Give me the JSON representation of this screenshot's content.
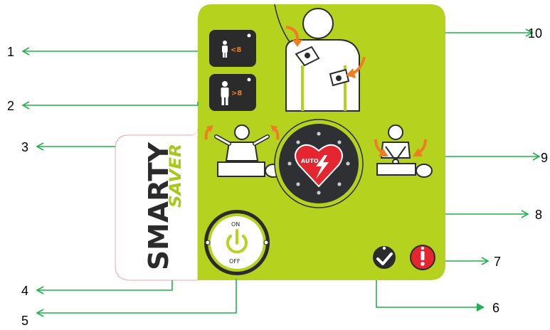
{
  "callouts": [
    {
      "num": "1"
    },
    {
      "num": "2"
    },
    {
      "num": "3"
    },
    {
      "num": "4"
    },
    {
      "num": "5"
    },
    {
      "num": "6"
    },
    {
      "num": "7"
    },
    {
      "num": "8"
    },
    {
      "num": "9"
    },
    {
      "num": "10"
    }
  ],
  "device": {
    "brand_top": "SMARTY",
    "brand_bottom": "SAVER",
    "pediatric_label": "<8",
    "adult_label": ">8",
    "shock_label": "AUTO",
    "power_on": "ON",
    "power_off": "OFF"
  },
  "colors": {
    "panel_green": "#b5d21e",
    "arrow_green": "#22b14c",
    "shock_red": "#e3262f",
    "dark_button": "#2b2b2b",
    "orange_arrow": "#ef7d22"
  },
  "icons": [
    "pediatric-mode-icon",
    "adult-mode-icon",
    "pad-placement-icon",
    "do-not-touch-icon",
    "cpr-icon",
    "shock-heart-icon",
    "power-icon",
    "ready-check-icon",
    "alert-exclamation-icon"
  ]
}
